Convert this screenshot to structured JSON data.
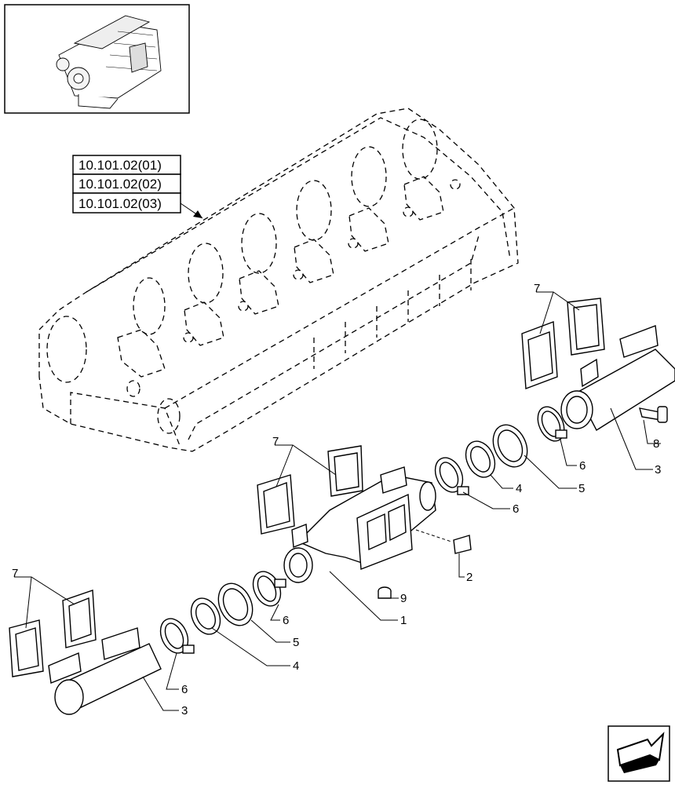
{
  "reference_codes": [
    "10.101.02(01)",
    "10.101.02(02)",
    "10.101.02(03)"
  ],
  "callouts": {
    "c7a": "7",
    "c7b": "7",
    "c7c": "7",
    "c8": "8",
    "c3a": "3",
    "c3b": "3",
    "c6a": "6",
    "c6b": "6",
    "c6c": "6",
    "c6d": "6",
    "c5a": "5",
    "c5b": "5",
    "c4a": "4",
    "c4b": "4",
    "c2": "2",
    "c9": "9",
    "c1": "1"
  },
  "icons": {
    "thumbnail": "engine-thumbnail-icon",
    "nav": "next-page-arrow-icon"
  }
}
